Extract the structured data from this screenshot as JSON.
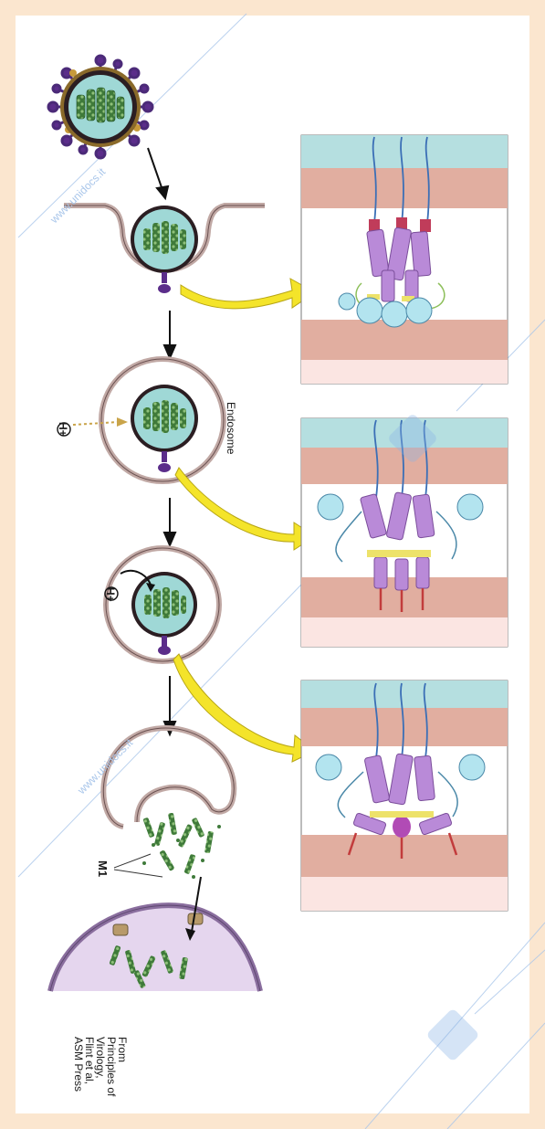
{
  "figure": {
    "labels": {
      "endosome": "Endosome",
      "proton_1": "H+",
      "proton_2": "H+",
      "m1": "M1"
    },
    "watermarks": [
      "www.unidocs.it",
      "www.unidocs.it"
    ],
    "credit": [
      "From",
      "Principles of",
      "Virology,",
      "Flint et al,",
      "ASM Press"
    ]
  }
}
